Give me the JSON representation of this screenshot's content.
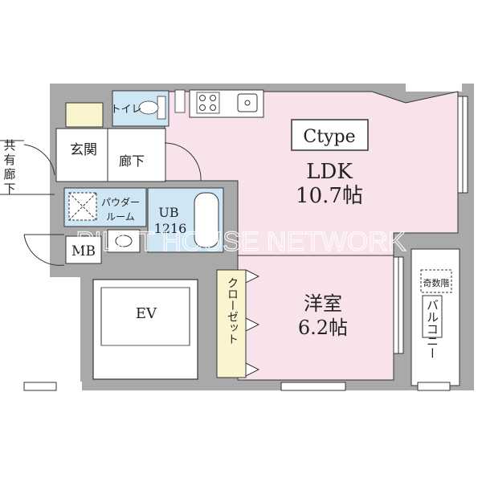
{
  "plan": {
    "type_label": "Ctype",
    "watermark": "PILOT HOUSE NETWORK",
    "rooms": {
      "ldk_name": "LDK",
      "ldk_size": "10.7帖",
      "western_name": "洋室",
      "western_size": "6.2帖",
      "entrance": "玄関",
      "toilet": "トイレ",
      "hallway": "廊下",
      "powder_l1": "パウダー",
      "powder_l2": "ルーム",
      "ub_l1": "UB",
      "ub_l2": "1216",
      "mb": "MB",
      "ev": "EV",
      "closet": "クローゼット",
      "balcony": "バルコニー",
      "stairs": "奇数階",
      "common_hall_1": "共",
      "common_hall_2": "有",
      "common_hall_3": "廊",
      "common_hall_4": "下"
    },
    "colors": {
      "wall": "#a9a9a9",
      "ldk_fill": "#f8e3ec",
      "bath_fill": "#cfe6f5",
      "closet_fill": "#fbf5cf",
      "entrance_fill": "#fbf5cf",
      "line": "#333333"
    }
  }
}
